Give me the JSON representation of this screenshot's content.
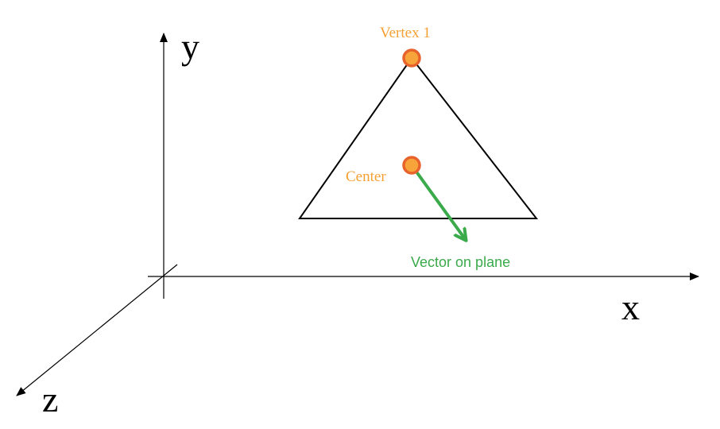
{
  "axes": {
    "x_label": "x",
    "y_label": "y",
    "z_label": "z"
  },
  "points": {
    "vertex_label": "Vertex 1",
    "center_label": "Center"
  },
  "vector": {
    "label": "Vector on plane"
  },
  "colors": {
    "axis": "#000000",
    "triangle": "#000000",
    "point_fill": "#f7a43a",
    "point_stroke": "#e8622c",
    "point_label": "#f4a033",
    "vector": "#3aaa4a",
    "vector_label": "#3aaa4a"
  }
}
